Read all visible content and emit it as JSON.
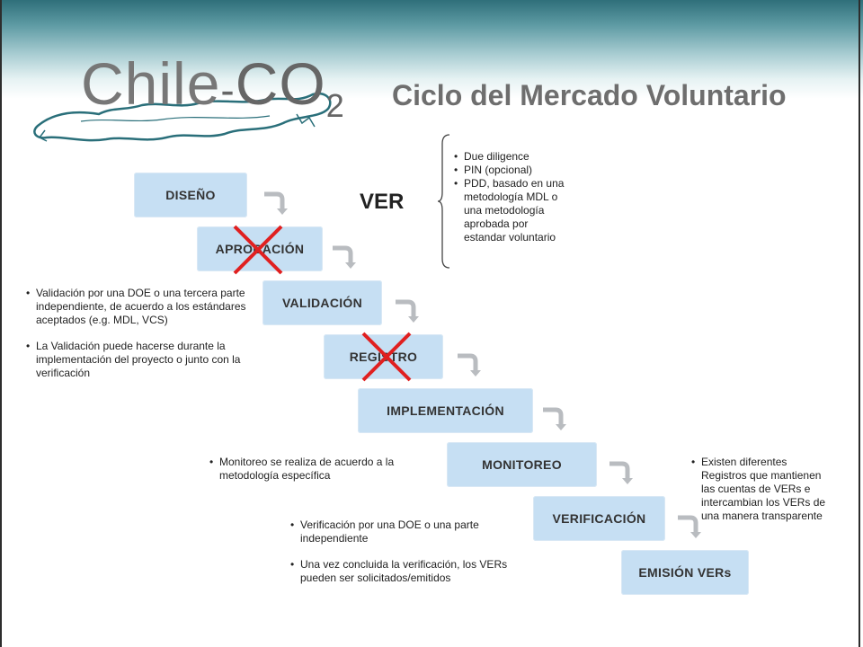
{
  "logo": {
    "main": "Chile",
    "suffix": "CO",
    "subscript": "2"
  },
  "title": "Ciclo del Mercado Voluntario",
  "ver_label": "VER",
  "steps": [
    "DISEÑO",
    "APROBACIÓN",
    "VALIDACIÓN",
    "REGISTRO",
    "IMPLEMENTACIÓN",
    "MONITOREO",
    "VERIFICACIÓN",
    "EMISIÓN VERs"
  ],
  "crossed_steps": [
    "APROBACIÓN",
    "REGISTRO"
  ],
  "notes": {
    "ver": [
      "Due diligence",
      "PIN (opcional)",
      "PDD, basado en una metodología MDL o una metodología aprobada por estandar voluntario"
    ],
    "validacion": [
      "Validación por una DOE o una tercera parte independiente, de acuerdo a los estándares aceptados (e.g. MDL, VCS)",
      "La Validación puede hacerse durante la implementación del proyecto o junto con la verificación"
    ],
    "monitoreo": [
      "Monitoreo se realiza  de acuerdo a la metodología específica"
    ],
    "registros": [
      "Existen diferentes Registros que mantienen las cuentas de VERs e intercambian los VERs de una manera  transparente"
    ],
    "verificacion": [
      "Verificación por una DOE o una parte independiente",
      "Una vez concluida la verificación,  los VERs pueden ser solicitados/emitidos"
    ]
  },
  "colors": {
    "step_fill": "#c6dff3",
    "cross": "#e02020",
    "title": "#6e6e6e",
    "map": "#2a6f7a"
  }
}
